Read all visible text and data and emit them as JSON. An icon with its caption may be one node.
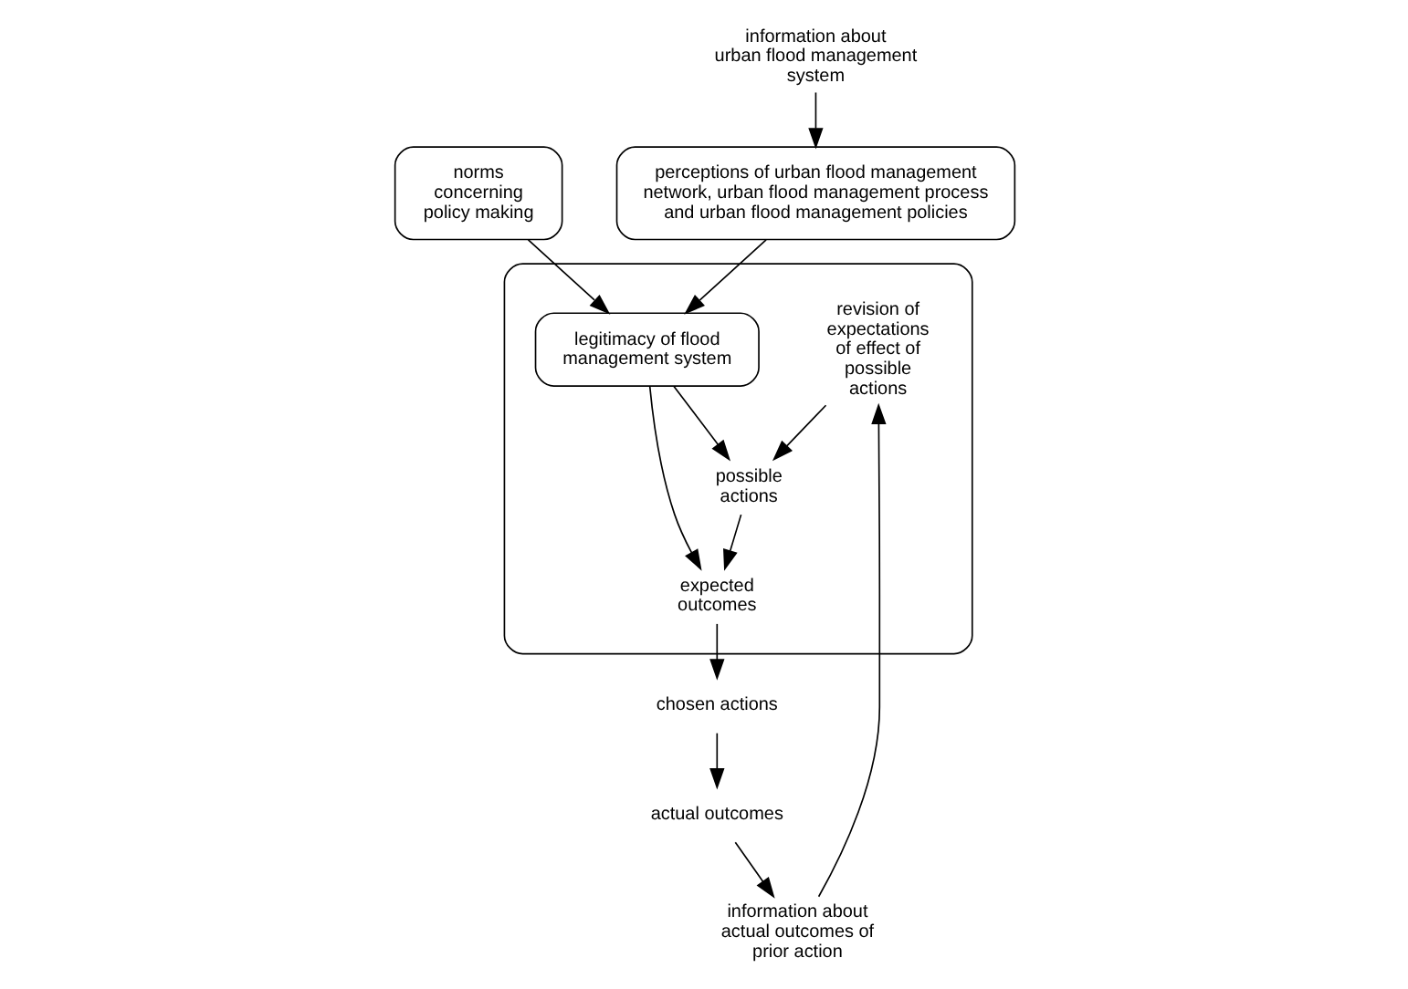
{
  "diagram": {
    "nodes": [
      {
        "text": [
          "perceptions of urban flood management network, urban flood management process and urban flood management policies"
        ]
      },
      {
        "text": [],
        "shape": "box"
      },
      {
        "text": [
          "revision of expectations of effect of possible actions"
        ],
        "in": 1
      },
      {
        "text": [
          "legitimacy of flood management system"
        ],
        "in": 1
      },
      {
        "text": [
          "possible actions"
        ],
        "in": 1
      },
      {
        "text": [
          "expected outcomes"
        ],
        "in": 1
      },
      {
        "text": [
          "information about urban flood management system"
        ]
      },
      {
        "text": [
          "information about actual outcomes of prior action"
        ]
      },
      {
        "text": [
          "norms concerning policy making"
        ]
      },
      {
        "text": [
          "chosen actions"
        ]
      },
      {
        "text": [
          "actual outcomes"
        ]
      }
    ],
    "edges": [
      {
        "from": 6,
        "to": 0,
        "arrow": "to"
      },
      {
        "from": 0,
        "to": 3,
        "arrow": "to"
      },
      {
        "from": 7,
        "to": 2,
        "arrow": "to"
      },
      {
        "from": 2,
        "to": 4,
        "arrow": "to"
      },
      {
        "from": 3,
        "to": 4,
        "arrow": "to"
      },
      {
        "from": 3,
        "to": 5,
        "arrow": "to"
      },
      {
        "from": 4,
        "to": 5,
        "arrow": "to"
      },
      {
        "from": 8,
        "to": 3,
        "arrow": "to"
      },
      {
        "from": 5,
        "to": 9,
        "arrow": "to"
      },
      {
        "from": 9,
        "to": 10,
        "arrow": "to"
      },
      {
        "from": 10,
        "to": 7,
        "arrow": "to"
      }
    ]
  }
}
